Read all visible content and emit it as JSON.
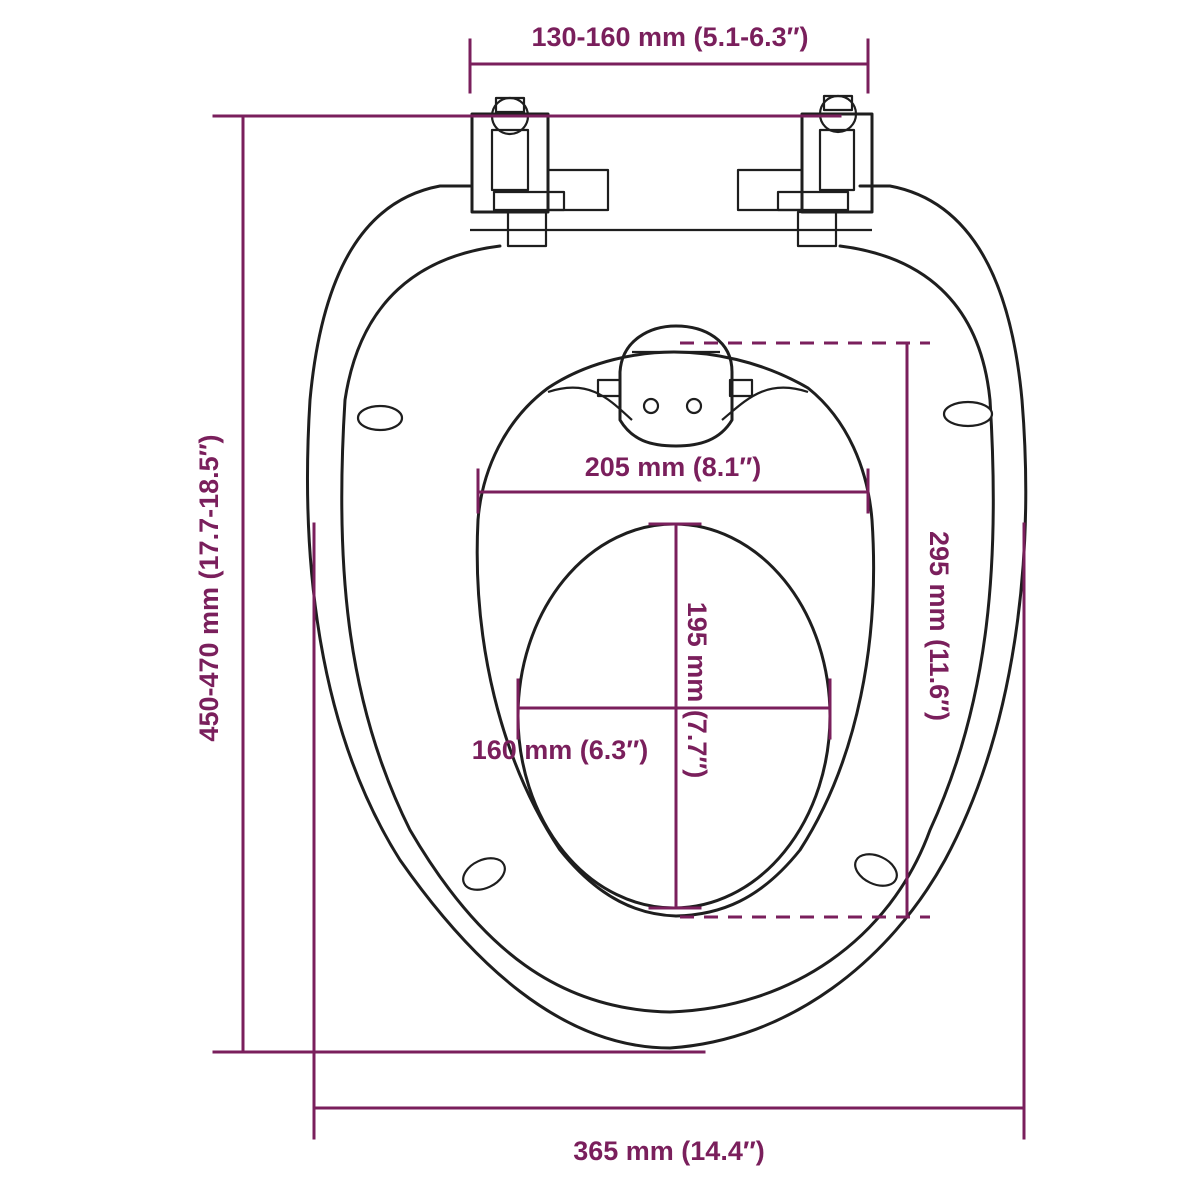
{
  "colors": {
    "dimension": "#7a1f5c",
    "outline": "#1e1e1e",
    "background": "#ffffff"
  },
  "dimensions": {
    "hinge_spacing": "130-160 mm (5.1-6.3″)",
    "total_length": "450-470 mm (17.7-18.5″)",
    "inner_seat_width": "205 mm (8.1″)",
    "inner_seat_length": "295 mm (11.6″)",
    "opening_length": "195 mm (7.7″)",
    "opening_width": "160 mm (6.3″)",
    "total_width": "365 mm (14.4″)"
  }
}
